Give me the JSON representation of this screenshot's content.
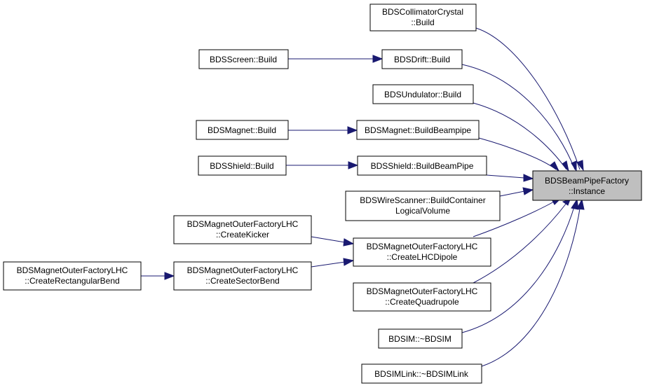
{
  "graph": {
    "nodes": {
      "target": [
        "BDSBeamPipeFactory",
        "::Instance"
      ],
      "collimator": [
        "BDSCollimatorCrystal",
        "::Build"
      ],
      "drift": [
        "BDSDrift::Build"
      ],
      "screen": [
        "BDSScreen::Build"
      ],
      "undulator": [
        "BDSUndulator::Build"
      ],
      "magnet_build": [
        "BDSMagnet::Build"
      ],
      "magnet_beampipe": [
        "BDSMagnet::BuildBeampipe"
      ],
      "shield_build": [
        "BDSShield::Build"
      ],
      "shield_beampipe": [
        "BDSShield::BuildBeamPipe"
      ],
      "wirescanner": [
        "BDSWireScanner::BuildContainer",
        "LogicalVolume"
      ],
      "kicker": [
        "BDSMagnetOuterFactoryLHC",
        "::CreateKicker"
      ],
      "lhcdipole": [
        "BDSMagnetOuterFactoryLHC",
        "::CreateLHCDipole"
      ],
      "rectbend": [
        "BDSMagnetOuterFactoryLHC",
        "::CreateRectangularBend"
      ],
      "sectorbend": [
        "BDSMagnetOuterFactoryLHC",
        "::CreateSectorBend"
      ],
      "quadrupole": [
        "BDSMagnetOuterFactoryLHC",
        "::CreateQuadrupole"
      ],
      "bdsim": [
        "BDSIM::~BDSIM"
      ],
      "bdsimlink": [
        "BDSIMLink::~BDSIMLink"
      ]
    }
  }
}
